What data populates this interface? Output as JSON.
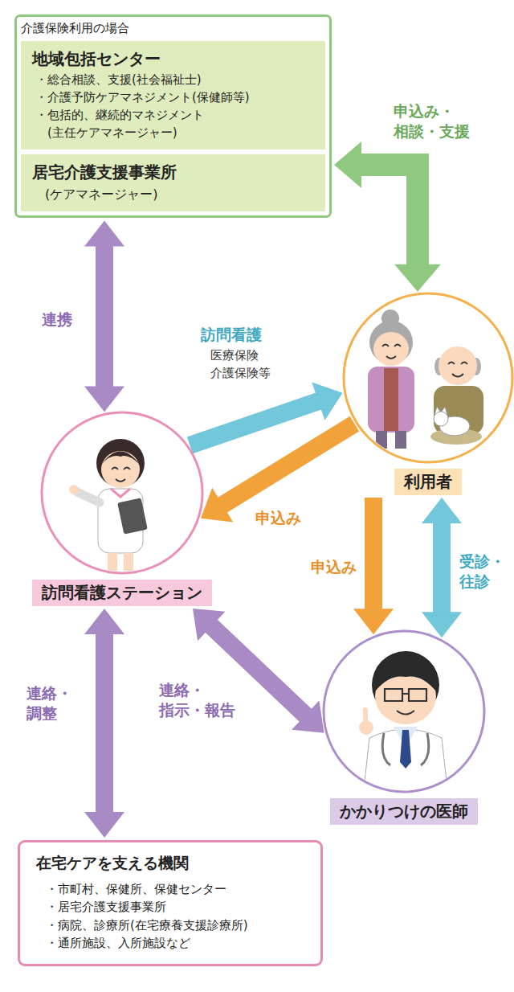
{
  "diagram": {
    "nodes": [
      {
        "text": [
          "介護保険利用の場合"
        ]
      },
      {
        "text": [
          "地域包括センター",
          "・総合相談、支援(社会福祉士)",
          "・介護予防ケアマネジメント(保健師等)",
          "・包括的、継続的マネジメント (主任ケアマネージャー)"
        ],
        "in": 0
      },
      {
        "text": [
          "居宅介護支援事業所",
          "(ケアマネージャー)"
        ],
        "in": 0
      },
      {
        "text": [
          "利用者"
        ]
      },
      {
        "text": [
          "訪問看護ステーション"
        ]
      },
      {
        "text": [
          "かかりつけの医師"
        ]
      },
      {
        "text": [
          "在宅ケアを支える機関",
          "・市町村、保健所、保健センター",
          "・居宅介護支援事業所",
          "・病院、診療所(在宅療養支援診療所)",
          "・通所施設、入所施設など"
        ]
      }
    ],
    "edges": [
      {
        "from": 0,
        "to": 3,
        "arrow": "both",
        "label": "申込み・ 相談・支援"
      },
      {
        "from": 0,
        "to": 4,
        "arrow": "both",
        "label": "連携"
      },
      {
        "from": 4,
        "to": 3,
        "arrow": "to",
        "label": "訪問看護"
      },
      {
        "from": 3,
        "to": 4,
        "arrow": "to",
        "label": "申込み"
      },
      {
        "from": 3,
        "to": 5,
        "arrow": "to",
        "label": "申込み"
      },
      {
        "from": 5,
        "to": 3,
        "arrow": "both",
        "label": "受診・ 往診"
      },
      {
        "from": 4,
        "to": 5,
        "arrow": "both",
        "label": "連絡・ 指示・報告"
      },
      {
        "from": 4,
        "to": 6,
        "arrow": "both",
        "label": "連絡・ 調整"
      }
    ],
    "labels": [
      "医療保険",
      "介護保険等"
    ]
  }
}
